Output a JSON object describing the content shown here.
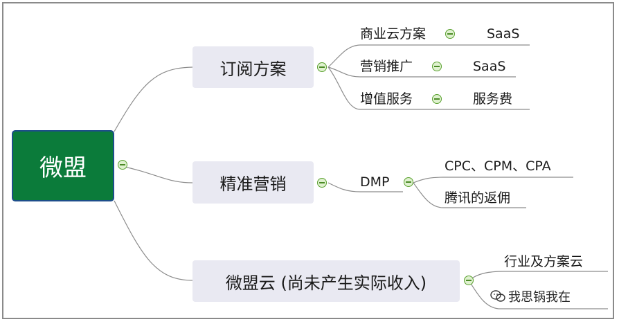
{
  "root": {
    "label": "微盟"
  },
  "branches": [
    {
      "label": "订阅方案",
      "children": [
        {
          "label": "商业云方案",
          "value": "SaaS"
        },
        {
          "label": "营销推广",
          "value": "SaaS"
        },
        {
          "label": "增值服务",
          "value": "服务费"
        }
      ]
    },
    {
      "label": "精准营销",
      "children": [
        {
          "label": "DMP",
          "values": [
            "CPC、CPM、CPA",
            "腾讯的返佣"
          ]
        }
      ]
    },
    {
      "label": "微盟云 (尚未产生实际收入)",
      "children": [
        {
          "label": "行业及方案云"
        }
      ]
    }
  ],
  "watermark": {
    "text": "我思锅我在"
  },
  "colors": {
    "root_fill": "#0b7b3a",
    "root_border": "#1d4e8a",
    "branch_fill": "#e9e9f2",
    "collapse": "#5aa12f"
  }
}
